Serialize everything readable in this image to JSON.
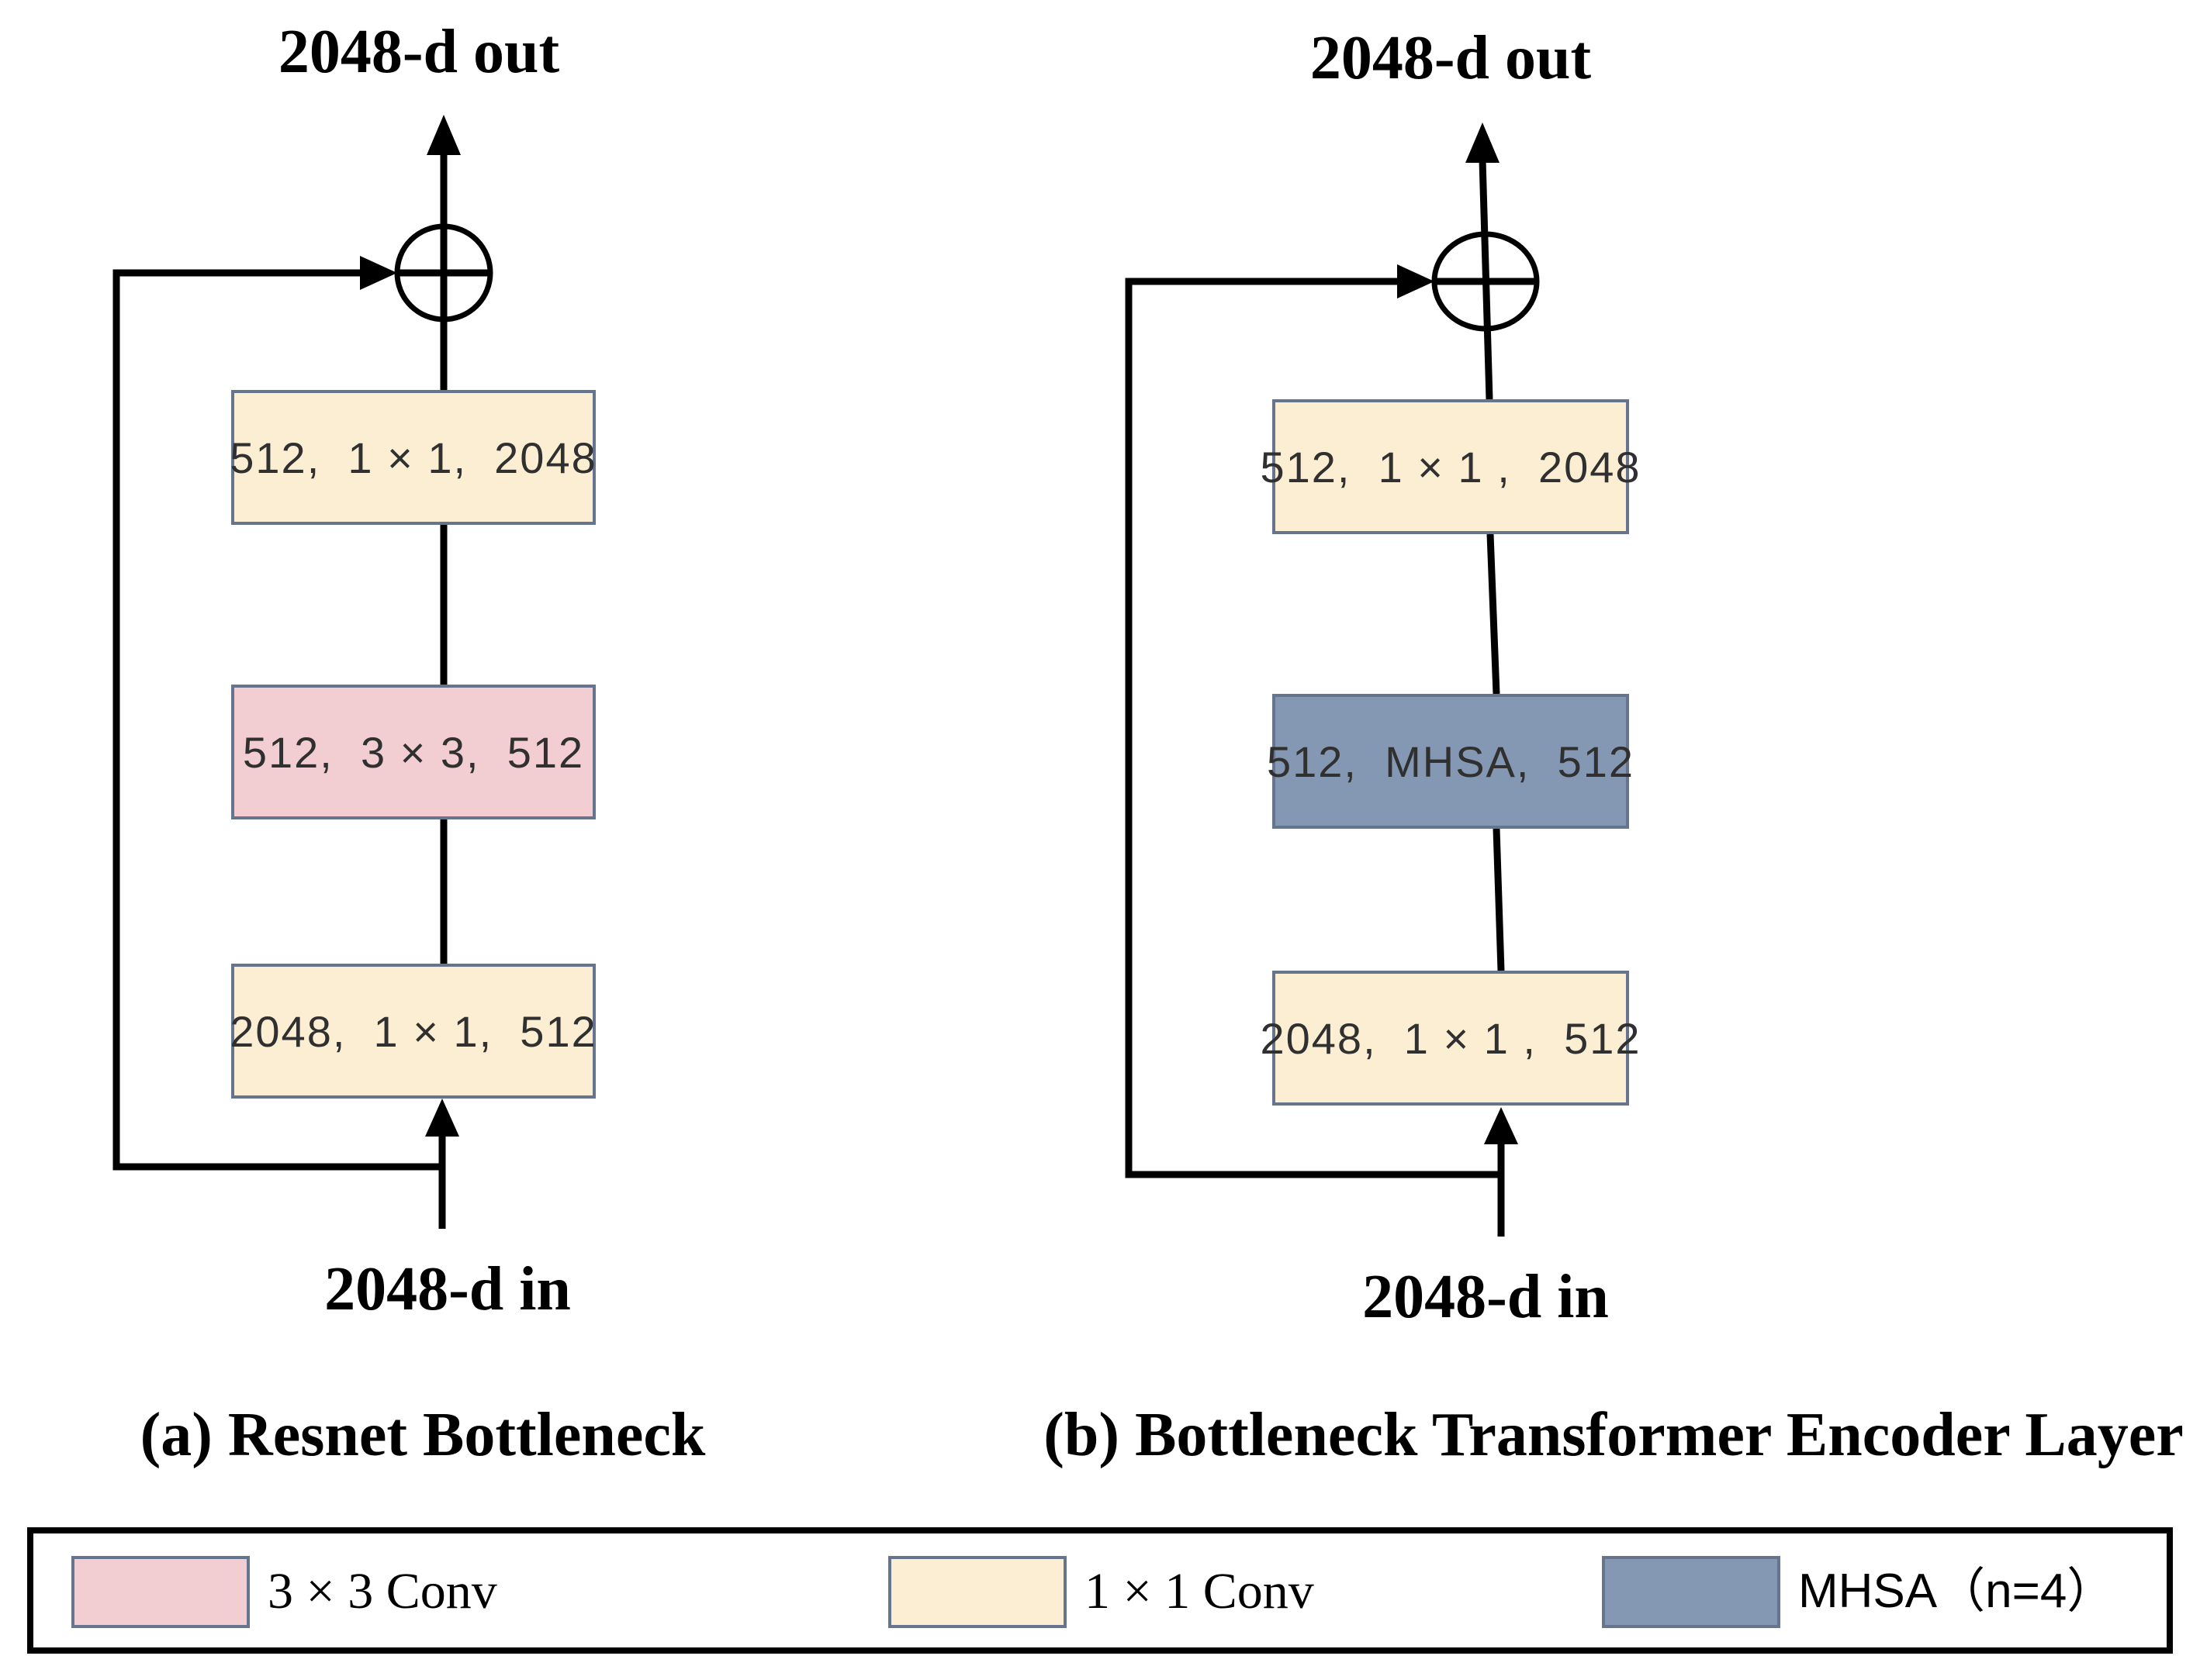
{
  "diagrams": [
    {
      "id": "a",
      "out_label": "2048-d out",
      "in_label": "2048-d in",
      "caption": "(a) Resnet Bottleneck",
      "boxes": [
        {
          "text": "512,  1 × 1,  2048",
          "kind": "conv1x1"
        },
        {
          "text": "512,  3 × 3,  512",
          "kind": "conv3x3"
        },
        {
          "text": "2048,  1 × 1,  512",
          "kind": "conv1x1"
        }
      ]
    },
    {
      "id": "b",
      "out_label": "2048-d out",
      "in_label": "2048-d in",
      "caption": "(b) Bottleneck Transformer Encoder Layer",
      "boxes": [
        {
          "text": "512,  1 × 1 ,  2048",
          "kind": "conv1x1"
        },
        {
          "text": "512,  MHSA,  512",
          "kind": "mhsa"
        },
        {
          "text": "2048,  1 × 1 ,  512",
          "kind": "conv1x1"
        }
      ]
    }
  ],
  "legend": {
    "items": [
      {
        "label": "3 × 3 Conv",
        "color": "#F2CED2"
      },
      {
        "label": "1 × 1 Conv",
        "color": "#FBEED3"
      },
      {
        "label": "MHSA（n=4）",
        "color": "#8498B4"
      }
    ]
  },
  "colors": {
    "conv3x3_fill": "#F2CED2",
    "conv1x1_fill": "#FBEED3",
    "mhsa_fill": "#8498B4",
    "box_border": "#66758D",
    "line": "#000000"
  }
}
